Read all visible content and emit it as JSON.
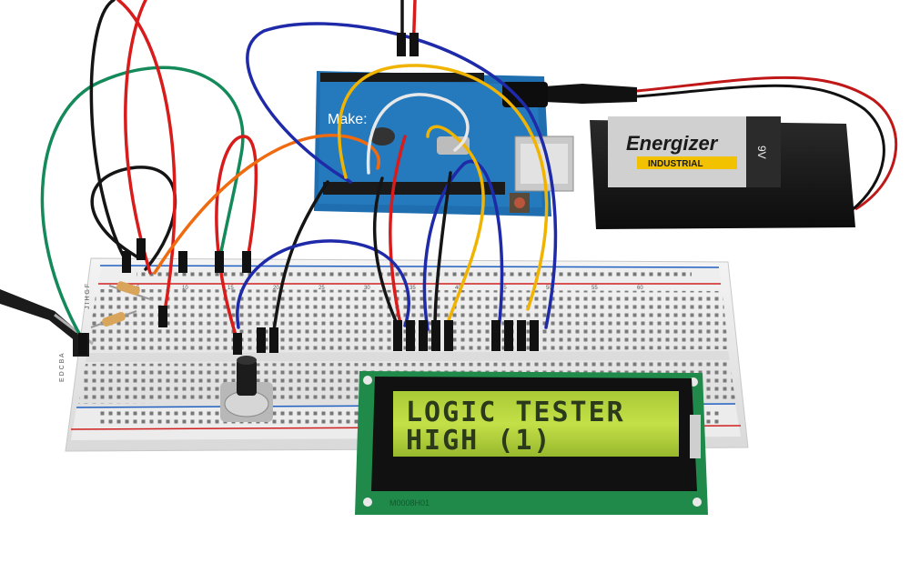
{
  "photo": {
    "lcd": {
      "line1": "LOGIC TESTER",
      "line2": "HIGH (1)",
      "backlight_color": "#b8d63a",
      "text_color": "#2a3a1a",
      "part_number": "M0008H01"
    },
    "battery": {
      "brand": "Energizer",
      "subline": "INDUSTRIAL",
      "voltage": "9V"
    },
    "arduino": {
      "label": "Make:"
    },
    "breadboard": {
      "row_letters_top": "J I H G F",
      "row_letters_bottom": "E D C B A",
      "column_marks": [
        "5",
        "10",
        "15",
        "20",
        "25",
        "30",
        "35",
        "40",
        "45",
        "50",
        "55",
        "60"
      ]
    },
    "wire_colors": {
      "red": "#d81b1b",
      "black": "#151515",
      "green": "#148a5a",
      "blue": "#1e2aa8",
      "yellow": "#f0b400",
      "orange": "#f06a10",
      "white": "#e8e8e8"
    }
  }
}
